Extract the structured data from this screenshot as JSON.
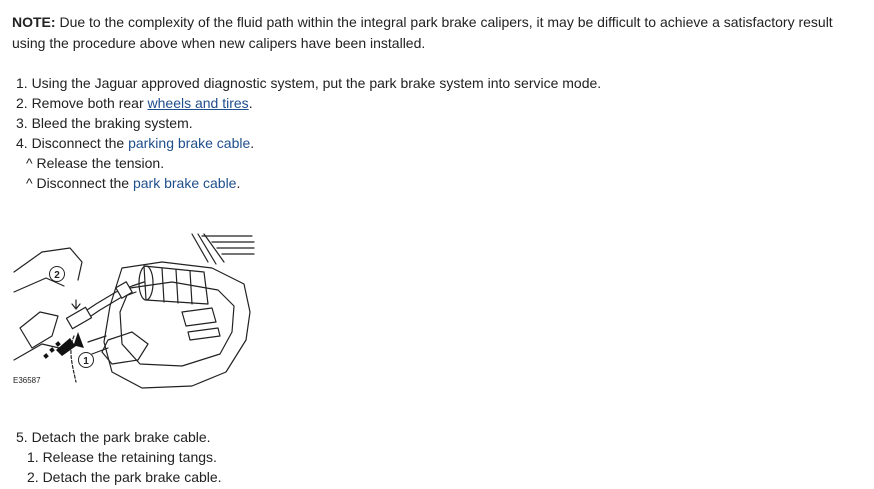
{
  "note": {
    "label": "NOTE:",
    "text": " Due to the complexity of the fluid path within the integral park brake calipers, it may be difficult to achieve a satisfactory result using the procedure above when new calipers have been installed."
  },
  "steps": {
    "s1": "1. Using the Jaguar approved diagnostic system, put the park brake system into service mode.",
    "s2_prefix": "2. Remove both rear ",
    "s2_link": "wheels and tires",
    "s2_suffix": ".",
    "s3": "3. Bleed the braking system.",
    "s4_prefix": "4. Disconnect the ",
    "s4_link": "parking brake cable",
    "s4_suffix": ".",
    "s4a": "^ Release the tension.",
    "s4b_prefix": "^ Disconnect the ",
    "s4b_link": "park brake cable",
    "s4b_suffix": ".",
    "s5": "5. Detach the park brake cable.",
    "s5a": "1. Release the retaining tangs.",
    "s5b": "2. Detach the park brake cable."
  },
  "figure": {
    "id": "E36587",
    "callout_1": "1",
    "callout_2": "2"
  }
}
